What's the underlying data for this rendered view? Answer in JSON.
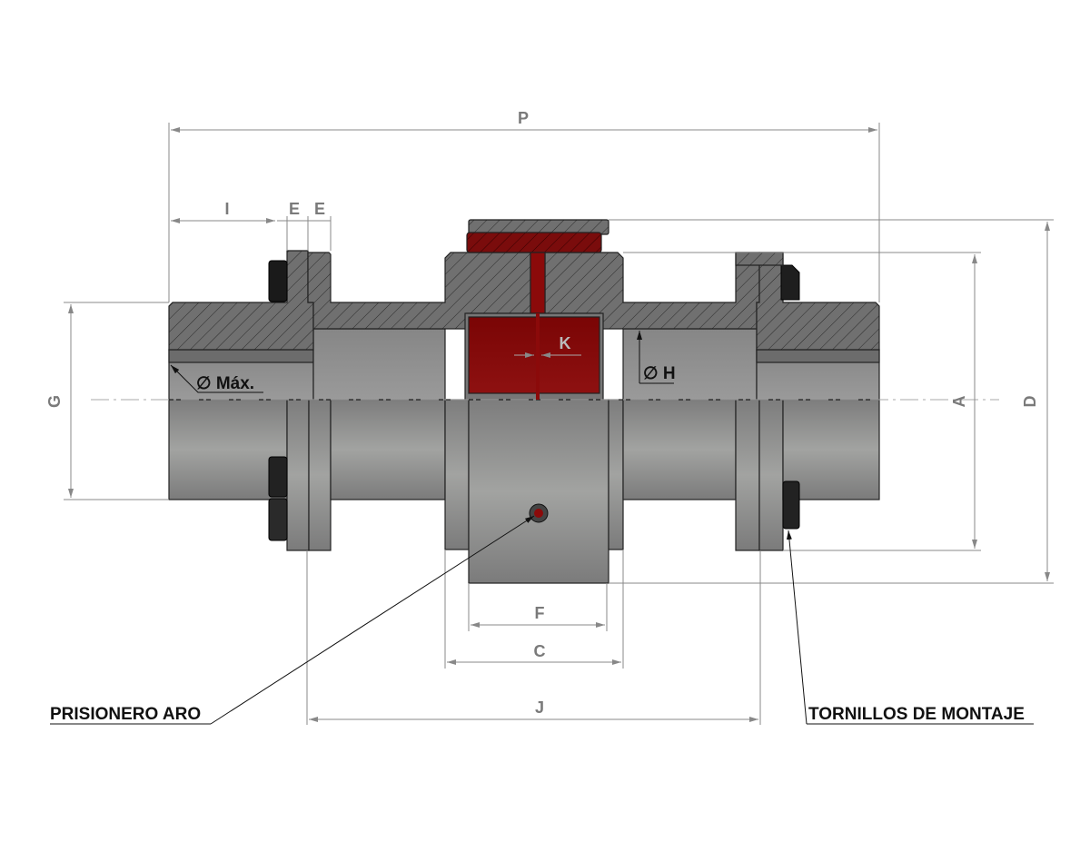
{
  "dimensions": {
    "P": "P",
    "I": "I",
    "E1": "E",
    "E2": "E",
    "D": "D",
    "A": "A",
    "G": "G",
    "K": "K",
    "F": "F",
    "C": "C",
    "J": "J",
    "bore_max": "∅ Máx.",
    "bore_H": "∅ H"
  },
  "callouts": {
    "set_screw": "PRISIONERO ARO",
    "mounting_bolts": "TORNILLOS DE MONTAJE"
  },
  "colors": {
    "steel": "#8c8c8c",
    "section": "#6e6e6e",
    "insert": "#8b0a0a",
    "bolt": "#1e1e1e"
  }
}
